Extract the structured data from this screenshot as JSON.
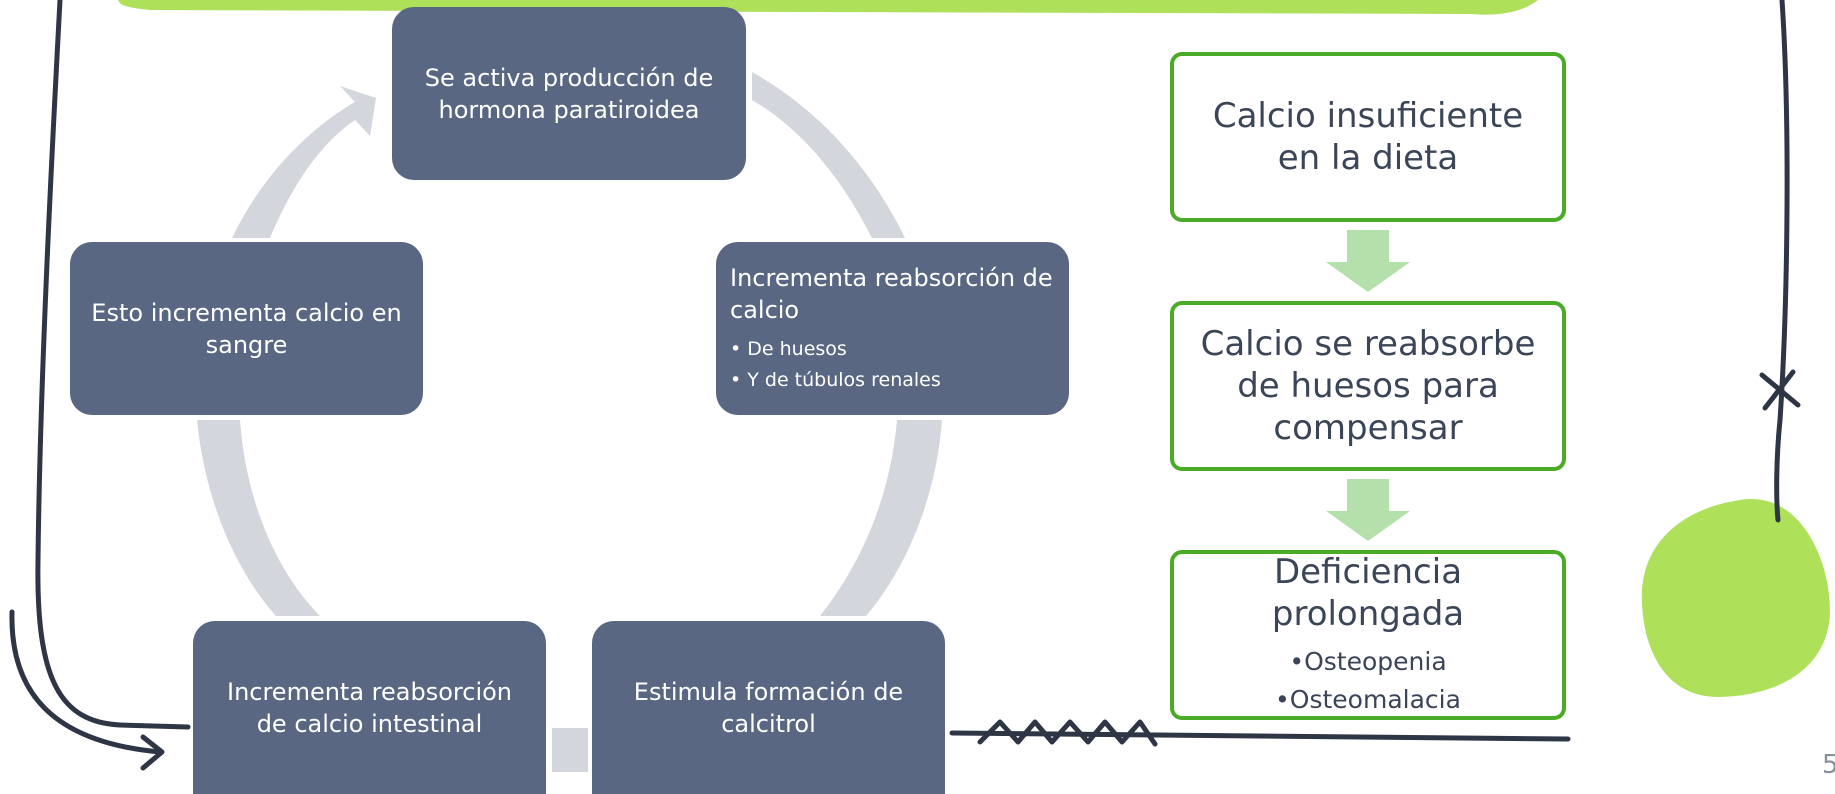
{
  "cycle": {
    "nodes": [
      {
        "text": "Se activa producción de hormona paratiroidea"
      },
      {
        "text": "Incrementa reabsorción de calcio",
        "bullets": [
          "De huesos",
          "Y de túbulos renales"
        ]
      },
      {
        "text": "Estimula formación de calcitrol"
      },
      {
        "text": "Incrementa reabsorción de calcio intestinal"
      },
      {
        "text": "Esto incrementa calcio en sangre"
      }
    ]
  },
  "process": {
    "steps": [
      {
        "text": "Calcio insuficiente en la dieta"
      },
      {
        "text": "Calcio se reabsorbe de huesos para compensar"
      },
      {
        "text": "Deficiencia prolongada",
        "bullets": [
          "Osteopenia",
          "Osteomalacia"
        ]
      }
    ]
  },
  "colors": {
    "node_fill": "#596782",
    "cycle_arrow": "#d3d6dc",
    "process_border": "#4aab26",
    "process_arrow": "#b4e0ab",
    "accent_lime": "#aee05a",
    "stroke_dark": "#2e3646"
  },
  "page_number": "5"
}
